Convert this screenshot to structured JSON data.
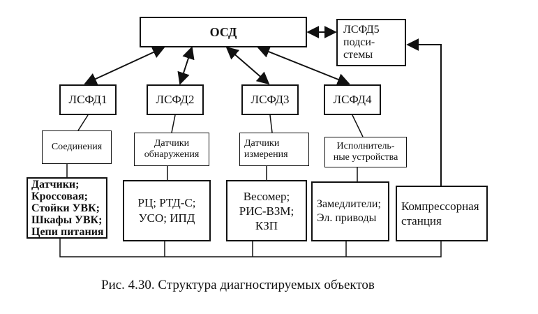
{
  "diagram": {
    "top_node": "ОСД",
    "subsystem_node": "ЛСФД5\nподси-\nстемы",
    "lsfd_nodes": [
      "ЛСФД1",
      "ЛСФД2",
      "ЛСФД3",
      "ЛСФД4"
    ],
    "category_nodes": [
      "Соединения",
      "Датчики\nобнаружения",
      "Датчики\nизмерения",
      "Исполнитель-\nные устройства"
    ],
    "object_nodes": [
      "Датчики;\nКроссовая;\nСтойки УВК;\nШкафы УВК;\nЦепи питания",
      "РЦ; РТД-С;\nУСО; ИПД",
      "Весомер;\nРИС-ВЗМ;\nКЗП",
      "Замедлители;\nЭл. приводы",
      "Компрессорная\nстанция"
    ],
    "caption": "Рис. 4.30. Структура диагностируемых объектов"
  }
}
